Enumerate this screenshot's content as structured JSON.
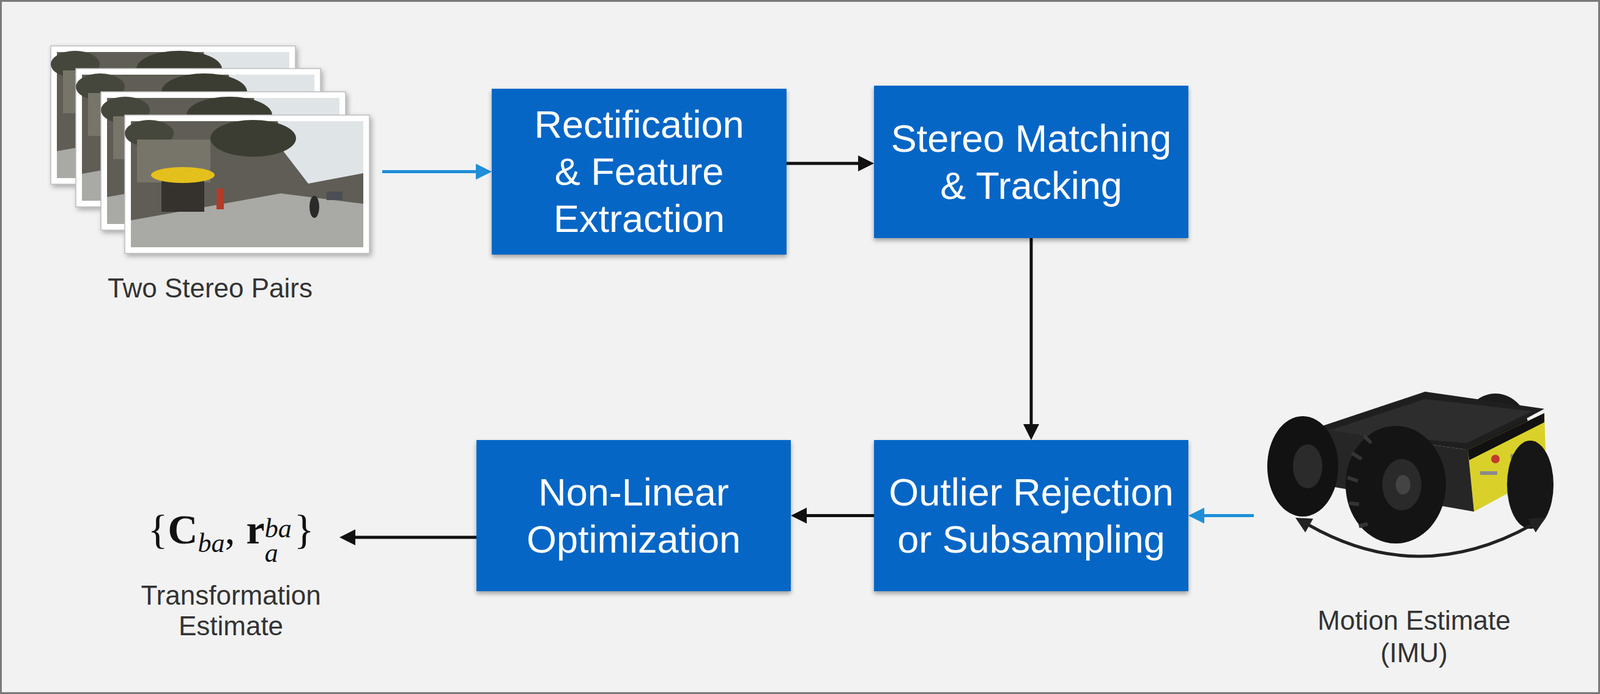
{
  "diagram": {
    "nodes": [
      {
        "text": [
          "Two Stereo Pairs"
        ]
      },
      {
        "text": [
          "Rectification & Feature Extraction"
        ]
      },
      {
        "text": [
          "Stereo Matching & Tracking"
        ]
      },
      {
        "text": [
          "{",
          "C",
          "ba",
          ",",
          "r",
          "a",
          "ba",
          "}",
          "Transformation Estimate"
        ]
      },
      {
        "text": [
          "Non-Linear Optimization"
        ]
      },
      {
        "text": [
          "Outlier Rejection or Subsampling"
        ]
      },
      {
        "text": [
          "Motion Estimate (IMU)"
        ]
      }
    ],
    "edges": [
      {
        "from": 0,
        "to": 1,
        "arrow": "to"
      },
      {
        "from": 1,
        "to": 2,
        "arrow": "to"
      },
      {
        "from": 2,
        "to": 5,
        "arrow": "to"
      },
      {
        "from": 6,
        "to": 5,
        "arrow": "to"
      },
      {
        "from": 5,
        "to": 4,
        "arrow": "to"
      },
      {
        "from": 4,
        "to": 3,
        "arrow": "to"
      }
    ]
  }
}
